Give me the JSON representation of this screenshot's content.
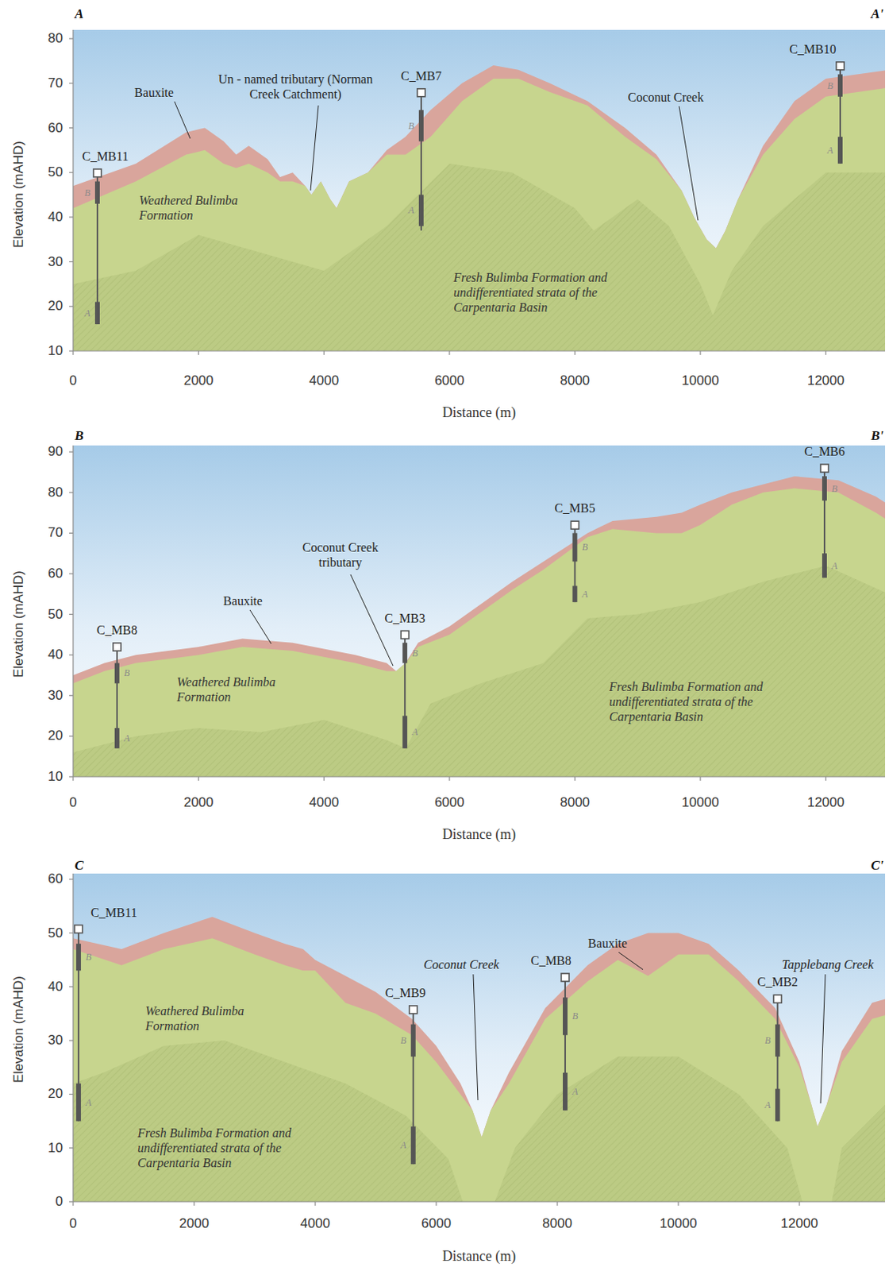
{
  "diagram": {
    "labels": [
      "A",
      "A'",
      "Elevation (mAHD)",
      "80",
      "70",
      "60",
      "50",
      "40",
      "30",
      "20",
      "10",
      "0",
      "2000",
      "4000",
      "6000",
      "8000",
      "10000",
      "12000",
      "Distance (m)",
      "C_MB11",
      "Bauxite",
      "Un - named tributary (Norman Creek Catchment)",
      "C_MB7",
      "Coconut Creek",
      "C_MB10",
      "Weathered Bulimba Formation",
      "Fresh Bulimba Formation and undifferentiated strata of the Carpentaria Basin",
      "B",
      "A",
      "B",
      "A",
      "B",
      "A",
      "B",
      "B'",
      "Elevation (mAHD)",
      "90",
      "80",
      "70",
      "60",
      "50",
      "40",
      "30",
      "20",
      "10",
      "0",
      "2000",
      "4000",
      "6000",
      "8000",
      "10000",
      "12000",
      "Distance (m)",
      "C_MB8",
      "Bauxite",
      "Coconut Creek tributary",
      "C_MB3",
      "C_MB5",
      "C_MB6",
      "Weathered Bulimba Formation",
      "Fresh Bulimba Formation and undifferentiated strata of the Carpentaria Basin",
      "B",
      "A",
      "B",
      "A",
      "B",
      "A",
      "B",
      "A",
      "C",
      "C'",
      "Elevation (mAHD)",
      "60",
      "50",
      "40",
      "30",
      "20",
      "10",
      "0",
      "0",
      "2000",
      "4000",
      "6000",
      "8000",
      "10000",
      "12000",
      "Distance (m)",
      "C_MB11",
      "Coconut Creek",
      "Bauxite",
      "Tapplebang Creek",
      "C_MB9",
      "C_MB8",
      "C_MB2",
      "Weathered Bulimba Formation",
      "Fresh Bulimba Formation and undifferentiated strata of the Carpentaria Basin",
      "B",
      "A",
      "B",
      "A",
      "B",
      "A",
      "B",
      "A"
    ]
  }
}
